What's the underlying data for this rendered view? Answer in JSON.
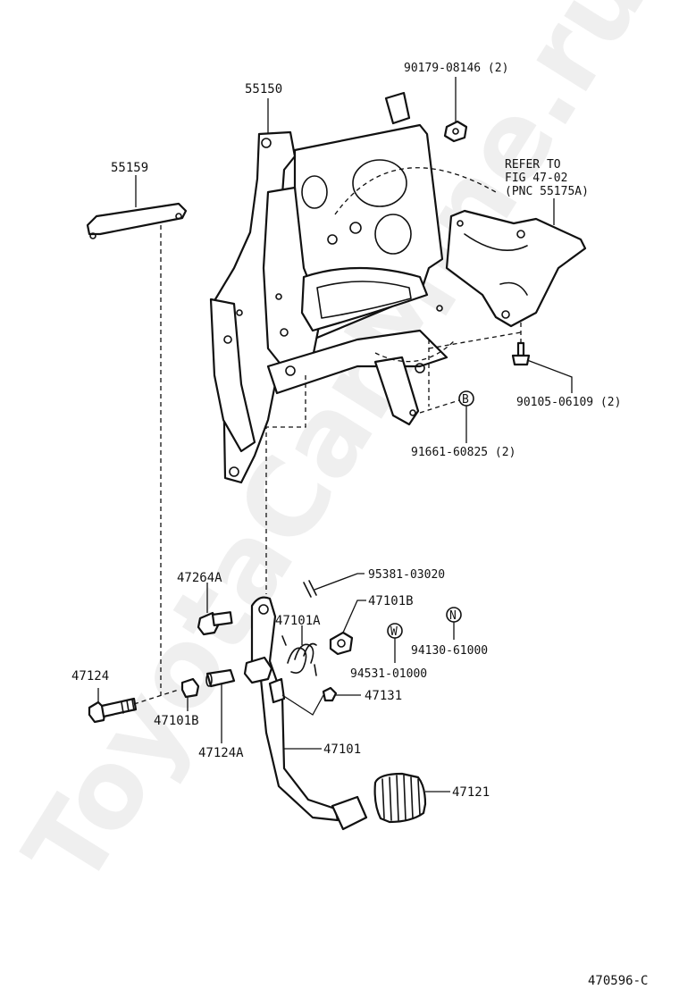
{
  "watermark": "ToyotaCarMine.ru",
  "figure_id": "470596-C",
  "refer_note": {
    "line1": "REFER TO",
    "line2": "FIG 47-02",
    "line3": "(PNC 55175A)"
  },
  "symbols": {
    "b": "B",
    "w": "W",
    "n": "N"
  },
  "parts": {
    "p55150": "55150",
    "p55159": "55159",
    "p90179": "90179-08146 (2)",
    "p90105": "90105-06109 (2)",
    "p91661": "91661-60825 (2)",
    "p95381": "95381-03020",
    "p47264a": "47264A",
    "p47101b_top": "47101B",
    "p47101a": "47101A",
    "p94130": "94130-61000",
    "p94531": "94531-01000",
    "p47124": "47124",
    "p47131": "47131",
    "p47101b_bottom": "47101B",
    "p47124a": "47124A",
    "p47101": "47101",
    "p47121": "47121"
  }
}
